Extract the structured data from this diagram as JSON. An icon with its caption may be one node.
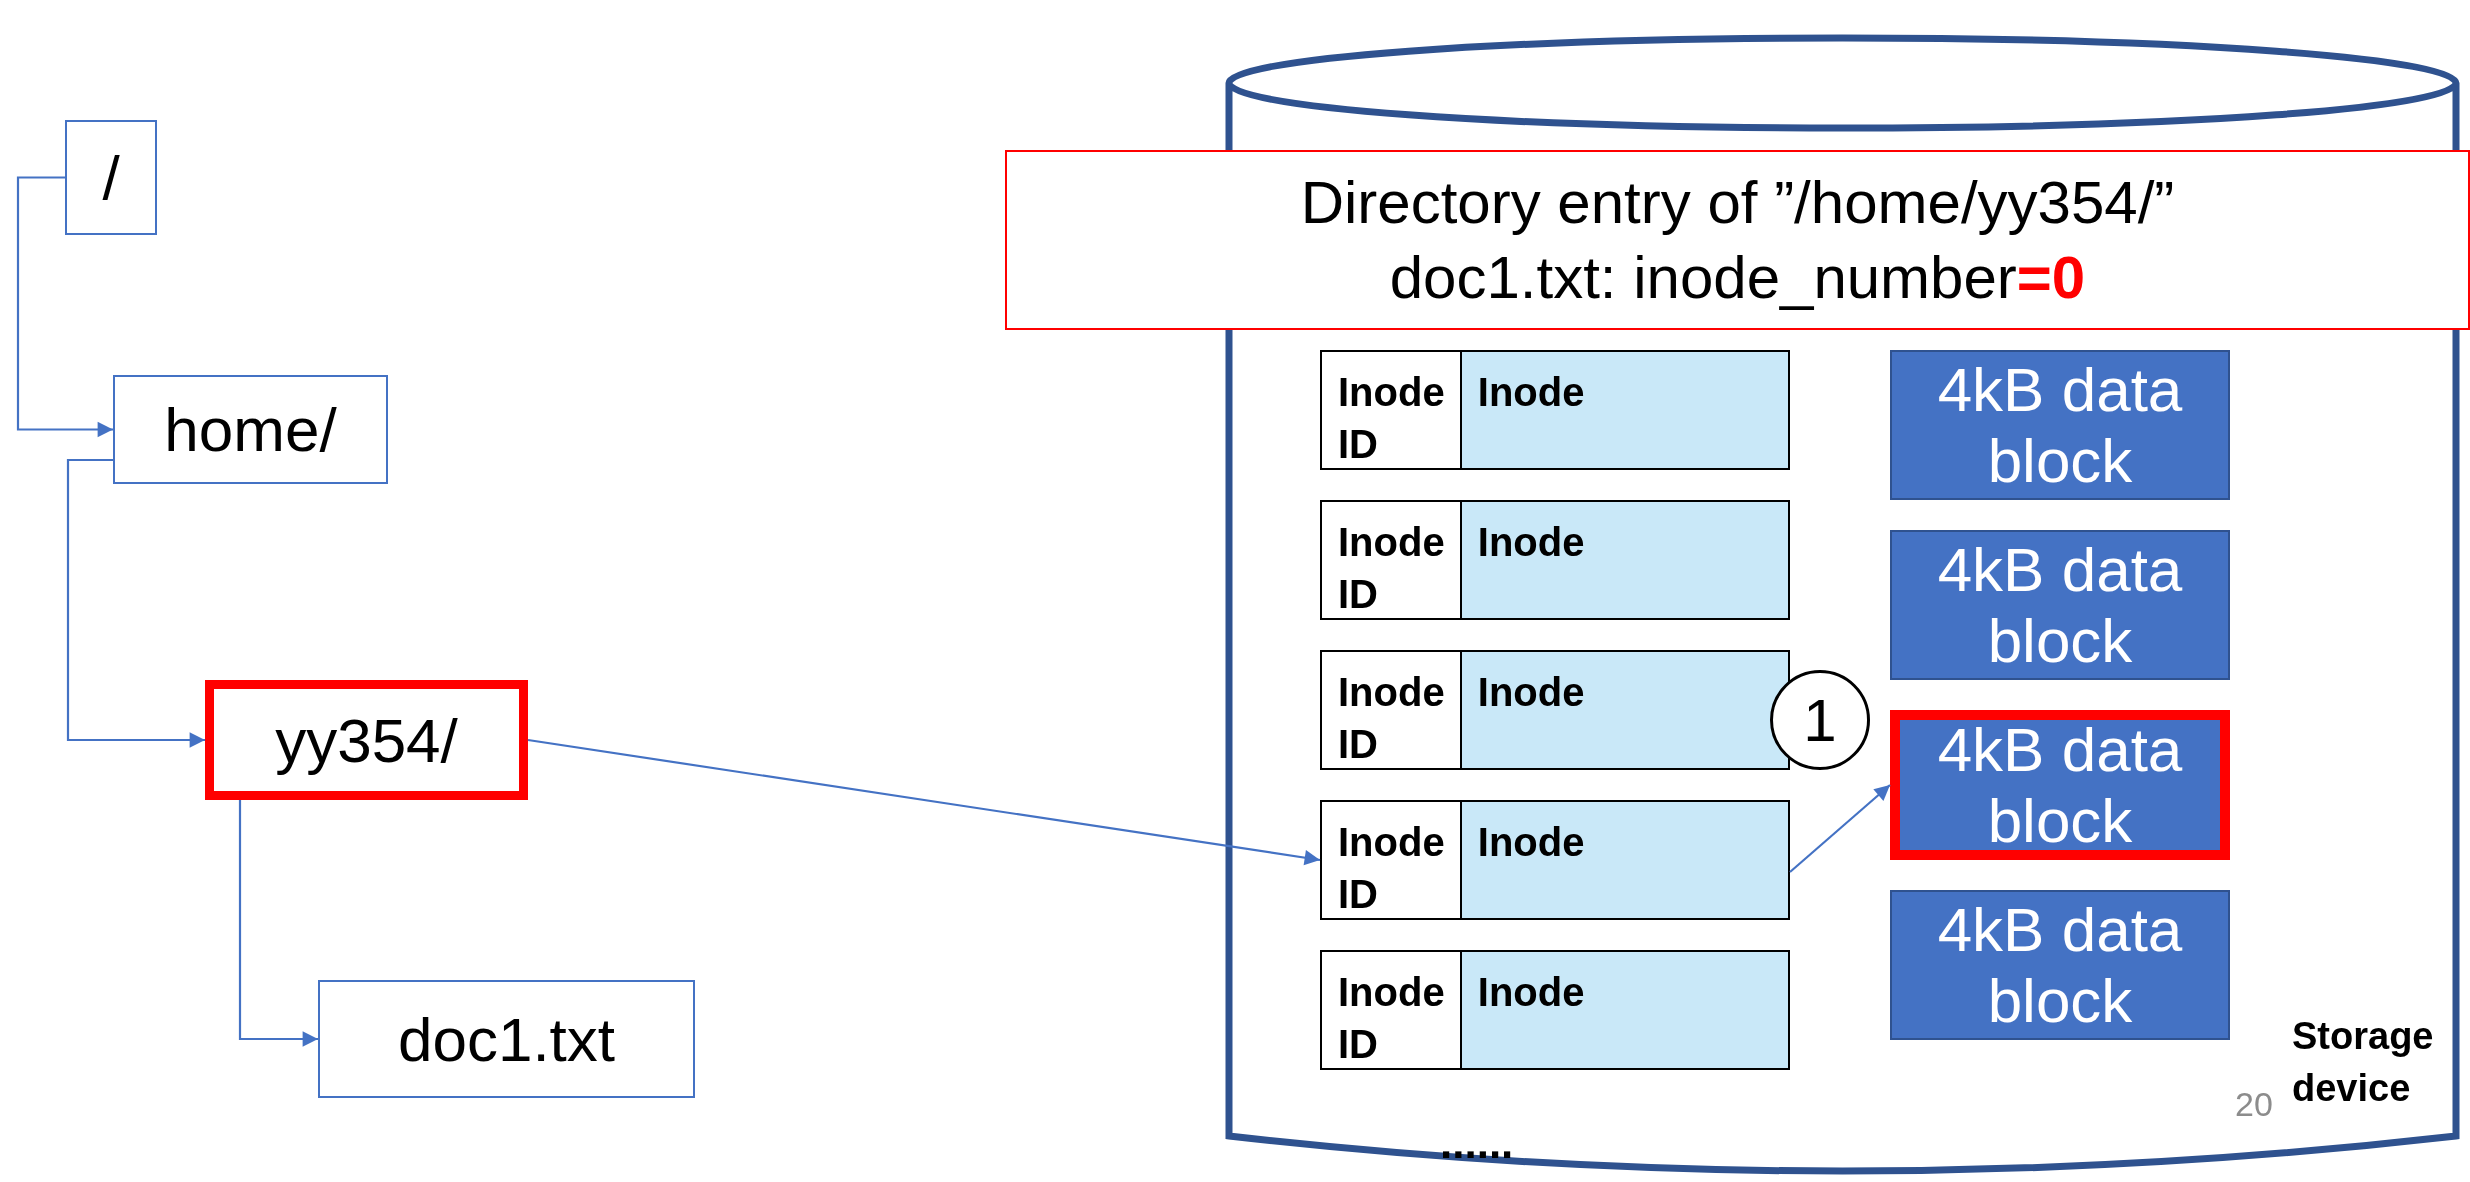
{
  "diagram": {
    "nodes": [
      {
        "text": [
          "/"
        ]
      },
      {
        "text": [
          "home/"
        ]
      },
      {
        "text": [
          "yy354/"
        ]
      },
      {
        "text": [
          "doc1.txt"
        ]
      },
      {
        "text": [
          "Storage device"
        ]
      },
      {
        "text": [
          "Inode ID",
          "Inode"
        ],
        "in": 4
      },
      {
        "text": [
          "Inode ID",
          "Inode"
        ],
        "in": 4
      },
      {
        "text": [
          "Inode ID",
          "Inode"
        ],
        "in": 4
      },
      {
        "text": [
          "Inode ID",
          "Inode"
        ],
        "in": 4
      },
      {
        "text": [
          "Inode ID",
          "Inode"
        ],
        "in": 4
      },
      {
        "text": [
          "4kB data block"
        ],
        "in": 4
      },
      {
        "text": [
          "4kB data block"
        ],
        "in": 4
      },
      {
        "text": [
          "4kB data block"
        ],
        "in": 4
      },
      {
        "text": [
          "4kB data block"
        ],
        "in": 4
      },
      {
        "text": [
          "1"
        ],
        "in": 4
      },
      {
        "text": [
          "Directory entry of ”/home/yy354/”",
          "doc1.txt: inode_number**=0**"
        ]
      }
    ],
    "edges": [
      {
        "from": 0,
        "to": 1,
        "arrow": "to"
      },
      {
        "from": 1,
        "to": 2,
        "arrow": "to"
      },
      {
        "from": 2,
        "to": 3,
        "arrow": "to"
      },
      {
        "from": 2,
        "to": 8,
        "arrow": "to"
      },
      {
        "from": 8,
        "to": 12,
        "arrow": "to"
      }
    ],
    "labels": [
      "......",
      "20"
    ]
  }
}
